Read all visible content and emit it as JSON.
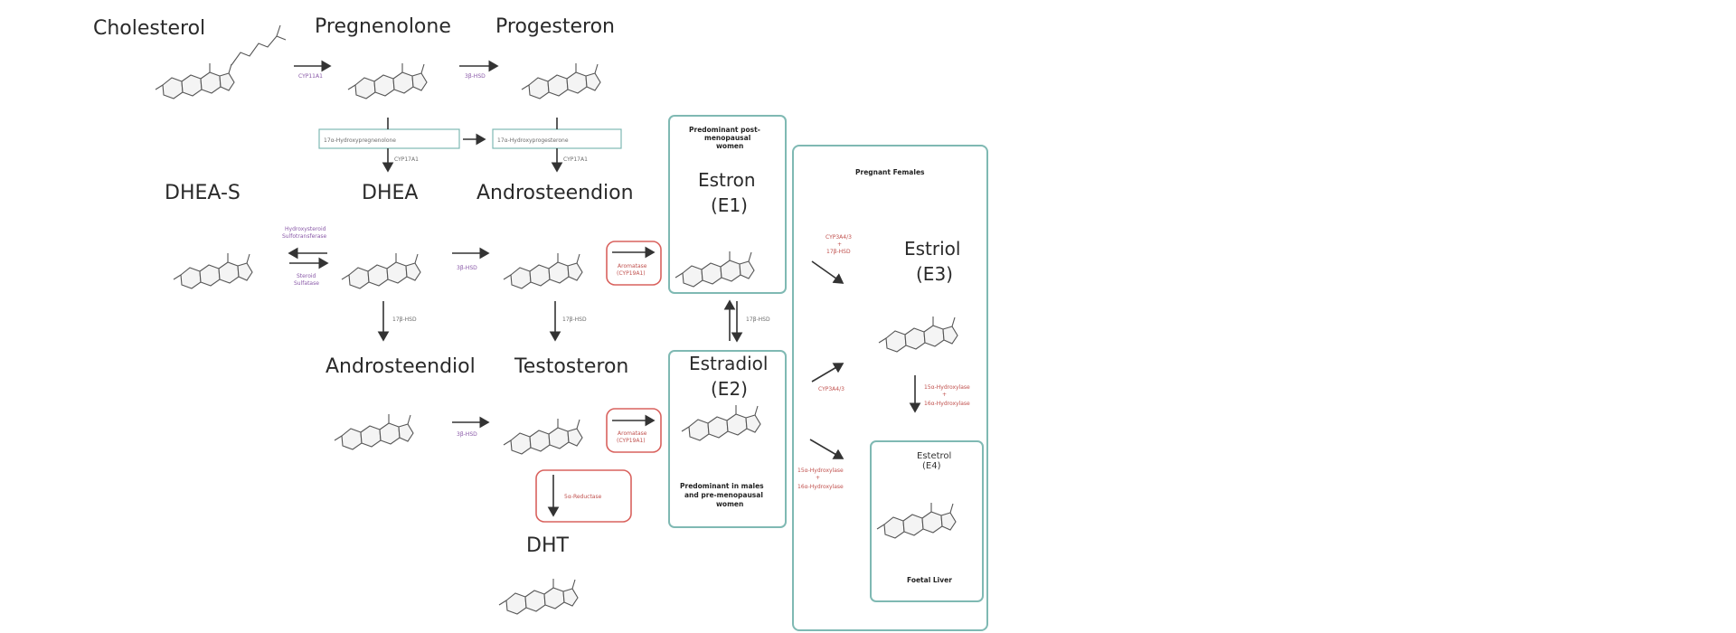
{
  "title_labels": {
    "cholesterol": "Cholesterol",
    "pregnenolone": "Pregnenolone",
    "progesteron": "Progesteron",
    "dheas": "DHEA-S",
    "dhea": "DHEA",
    "androsteendion": "Androsteendion",
    "androsteendiol": "Androsteendiol",
    "testosteron": "Testosteron",
    "dht": "DHT",
    "estron": "Estron",
    "estron_code": "(E1)",
    "estradiol": "Estradiol",
    "estradiol_code": "(E2)",
    "estriol": "Estriol",
    "estriol_code": "(E3)",
    "estetrol": "Estetrol",
    "estetrol_code": "(E4)"
  },
  "small_labels": {
    "cyp11a1": "CYP11A1",
    "hsd3b_top": "3β-HSD",
    "hydroxy_preg": "17α-Hydroxypregnenolone",
    "hydroxy_prog": "17α-Hydroxyprogesterone",
    "cyp17a1_left": "CYP17A1",
    "cyp17a1_right": "CYP17A1",
    "sulfotransferase_1": "Hydroxysteroid",
    "sulfotransferase_2": "Sulfotransferase",
    "sulfatase_1": "Steroid",
    "sulfatase_2": "Sulfatase",
    "hsd3b_mid": "3β-HSD",
    "hsd3b_bottom": "3β-HSD",
    "hsd17b_left": "17β-HSD",
    "hsd17b_mid": "17β-HSD",
    "hsd17b_right": "17β-HSD",
    "aromatase_top_1": "Aromatase",
    "aromatase_top_2": "(CYP19A1)",
    "aromatase_bottom_1": "Aromatase",
    "aromatase_bottom_2": "(CYP19A1)",
    "reductase": "5α-Reductase",
    "cyp3a43_top_1": "CYP3A4/3",
    "cyp3a43_top_2": "+",
    "cyp3a43_top_3": "17β-HSD",
    "cyp3a43_mid": "CYP3A4/3",
    "hydroxylase_mid_1": "15α-Hydroxylase",
    "hydroxylase_mid_2": "+",
    "hydroxylase_mid_3": "16α-Hydroxylase",
    "hydroxylase_left_1": "15α-Hydroxylase",
    "hydroxylase_left_2": "+",
    "hydroxylase_left_3": "16α-Hydroxylase"
  },
  "boxes": {
    "postmenopausal_1": "Predominant post-",
    "postmenopausal_2": "menopausal",
    "postmenopausal_3": "women",
    "premenopausal_1": "Predominant in males",
    "premenopausal_2": "and pre-menopausal",
    "premenopausal_3": "women",
    "pregnant": "Pregnant Females",
    "foetal_liver": "Foetal Liver"
  },
  "colors": {
    "teal_box": "#7fb9b3",
    "red_box": "#d9625e",
    "purple_text": "#8a5aa8",
    "red_text": "#c0504d"
  }
}
